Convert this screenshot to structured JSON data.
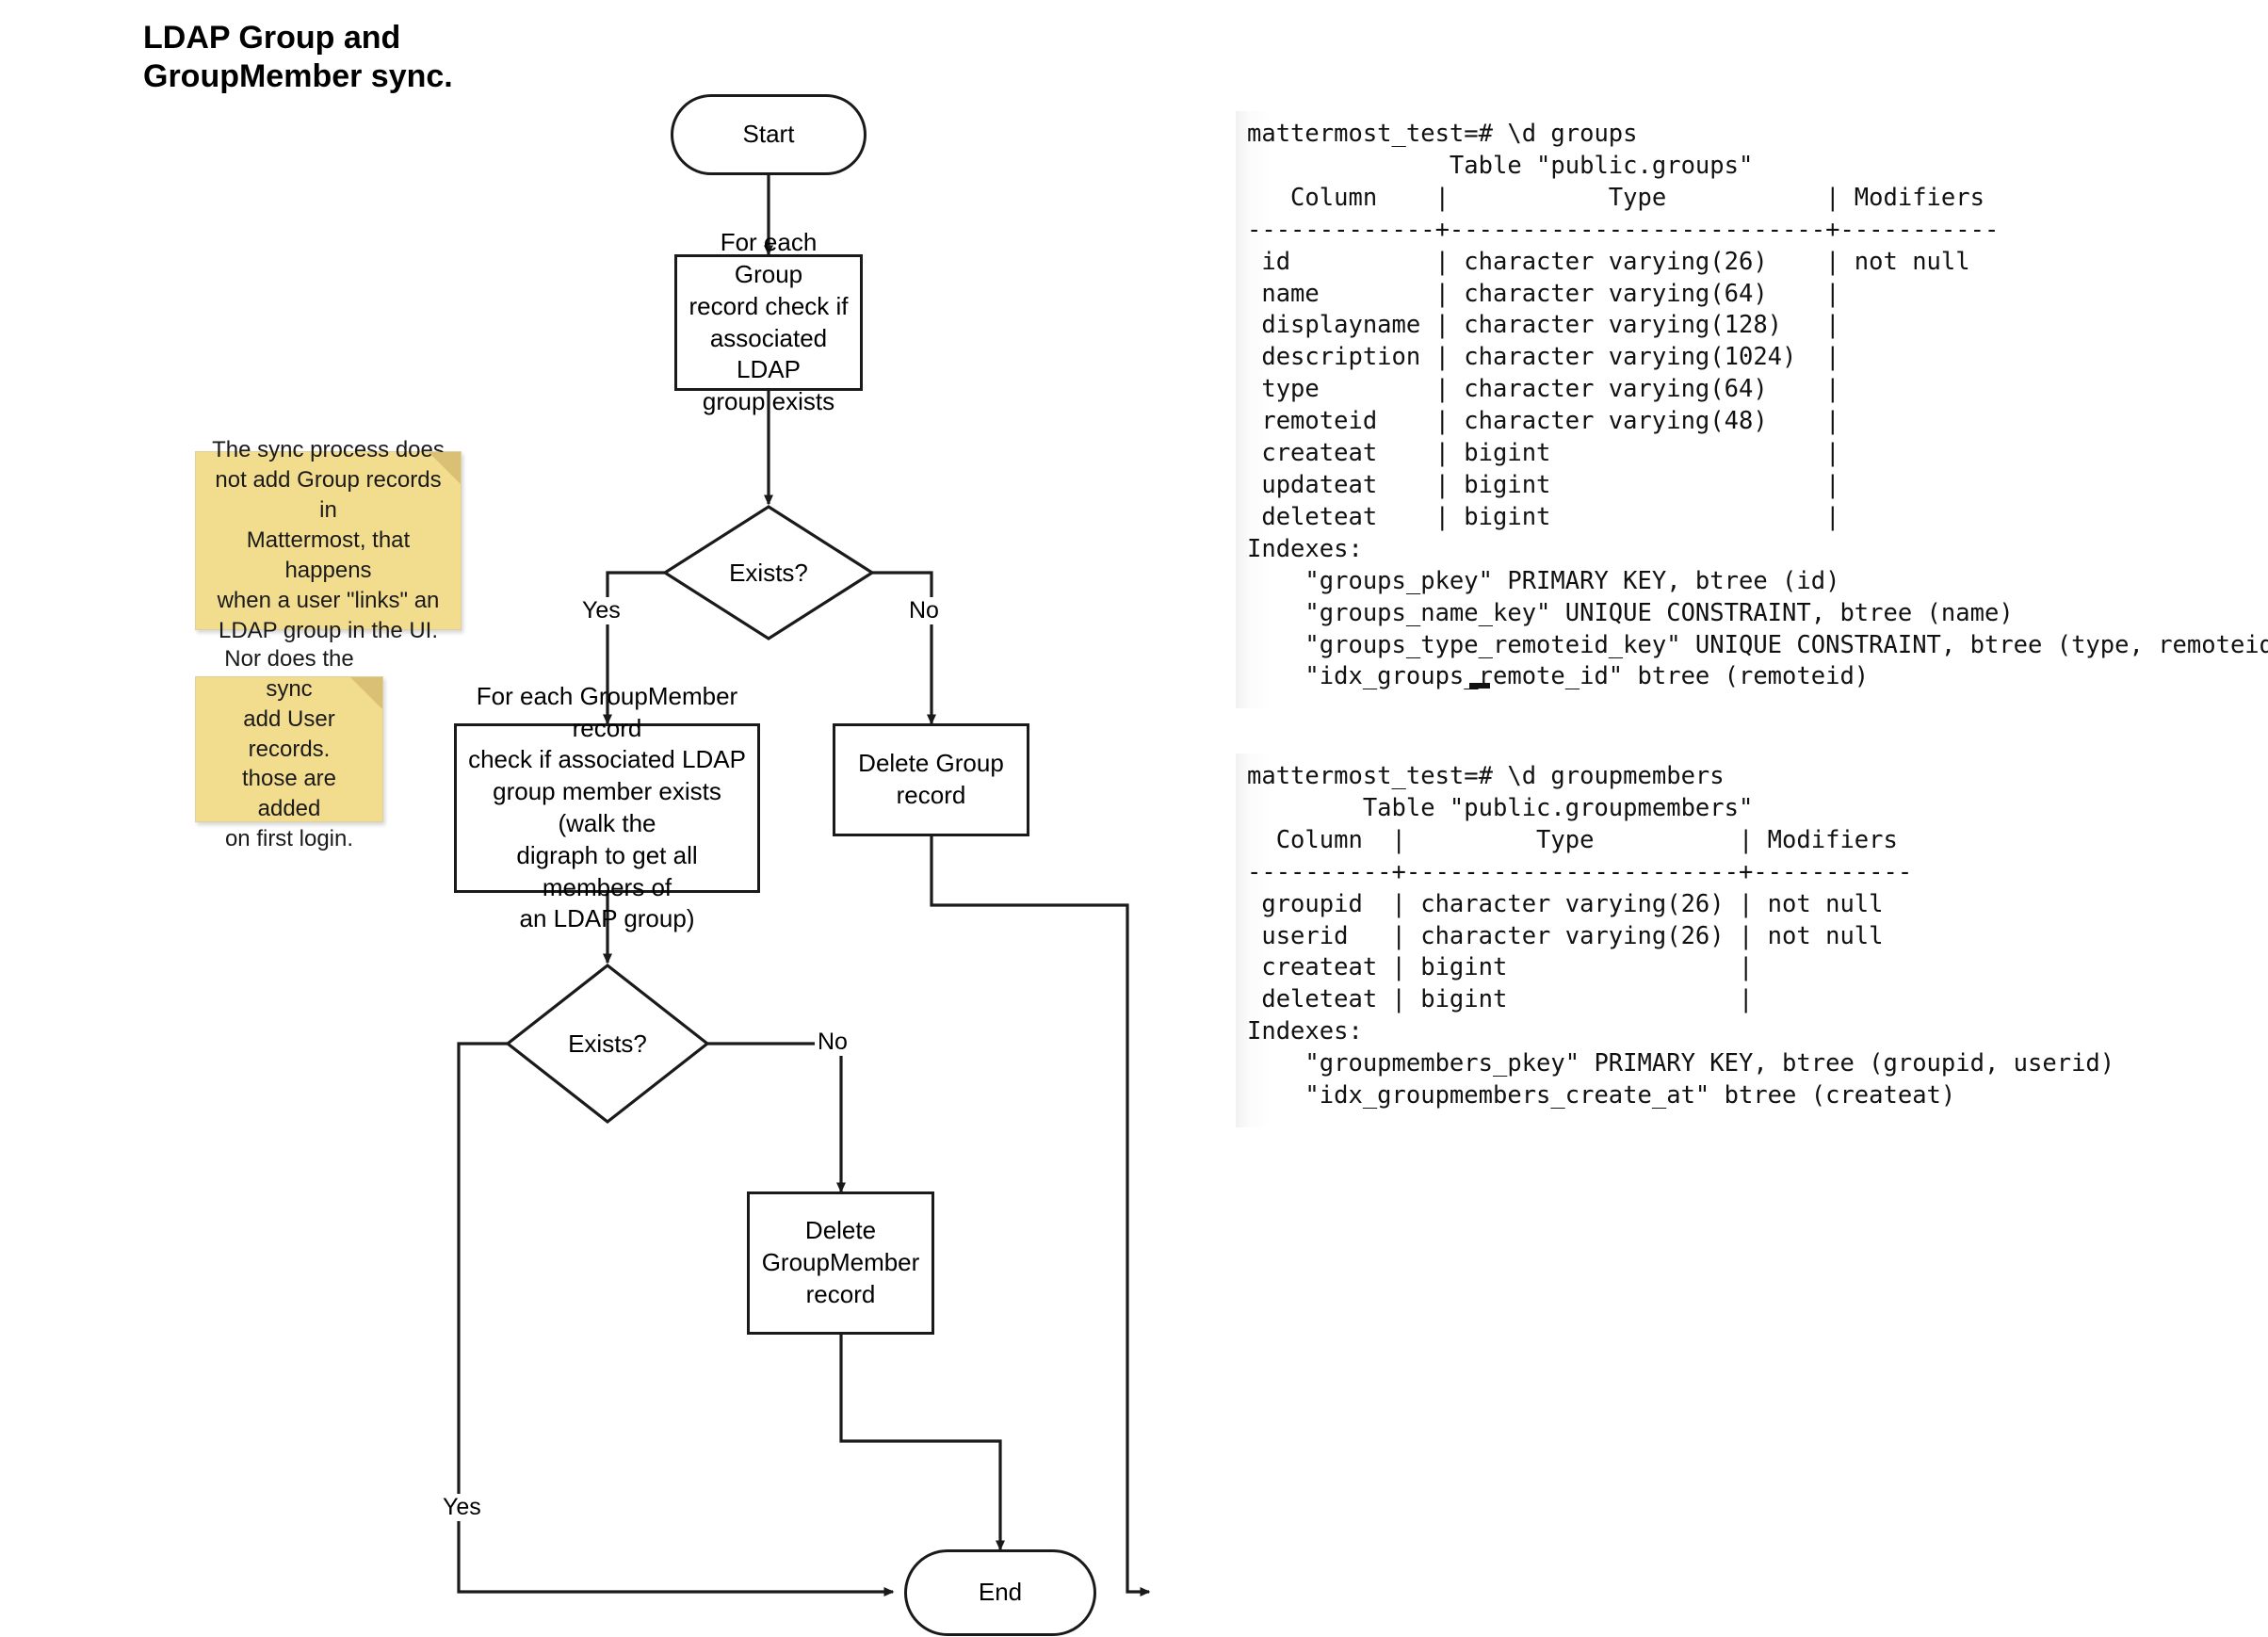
{
  "title": "LDAP Group and\nGroupMember sync.",
  "flowchart": {
    "nodes": {
      "start": "Start",
      "check_group": "For each Group\nrecord check if\nassociated LDAP\ngroup exists",
      "exists_1": "Exists?",
      "check_groupmember": "For each GroupMember record\ncheck if associated LDAP\ngroup member exists (walk the\ndigraph to get all members of\nan LDAP group)",
      "delete_group": "Delete Group\nrecord",
      "exists_2": "Exists?",
      "delete_groupmember": "Delete\nGroupMember\nrecord",
      "end": "End"
    },
    "edge_labels": {
      "exists1_yes": "Yes",
      "exists1_no": "No",
      "exists2_no": "No",
      "exists2_yes": "Yes"
    }
  },
  "notes": [
    {
      "id": "note-group-records",
      "text": "The sync process does\nnot add Group records in\nMattermost, that happens\nwhen a user \"links\" an\nLDAP group in the UI."
    },
    {
      "id": "note-user-records",
      "text": "Nor does the sync\nadd User records.\nthose are added\non first login."
    }
  ],
  "terminals": [
    {
      "id": "psql-groups",
      "text": "mattermost_test=# \\d groups\n              Table \"public.groups\"\n   Column    |           Type           | Modifiers\n-------------+--------------------------+-----------\n id          | character varying(26)    | not null\n name        | character varying(64)    |\n displayname | character varying(128)   |\n description | character varying(1024)  |\n type        | character varying(64)    |\n remoteid    | character varying(48)    |\n createat    | bigint                   |\n updateat    | bigint                   |\n deleteat    | bigint                   |\nIndexes:\n    \"groups_pkey\" PRIMARY KEY, btree (id)\n    \"groups_name_key\" UNIQUE CONSTRAINT, btree (name)\n    \"groups_type_remoteid_key\" UNIQUE CONSTRAINT, btree (type, remoteid)\n    \"idx_groups_remote_id\" btree (remoteid)"
    },
    {
      "id": "psql-groupmembers",
      "text": "mattermost_test=# \\d groupmembers\n        Table \"public.groupmembers\"\n  Column  |         Type          | Modifiers\n----------+-----------------------+-----------\n groupid  | character varying(26) | not null\n userid   | character varying(26) | not null\n createat | bigint                |\n deleteat | bigint                |\nIndexes:\n    \"groupmembers_pkey\" PRIMARY KEY, btree (groupid, userid)\n    \"idx_groupmembers_create_at\" btree (createat)"
    }
  ],
  "colors": {
    "note_fill": "#f2dc8e",
    "note_fold": "#d9c075",
    "stroke": "#1a1a1a",
    "text": "#000000",
    "background": "#ffffff"
  }
}
